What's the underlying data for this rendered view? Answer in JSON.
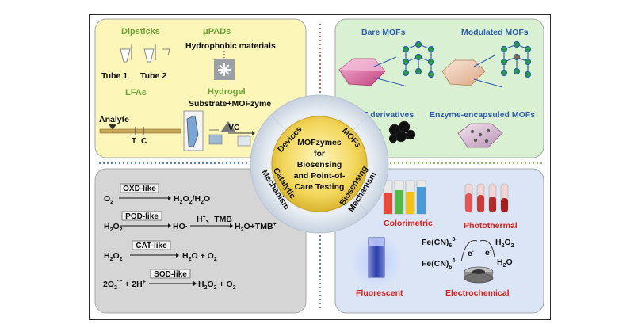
{
  "devices": {
    "dipsticks": "Dipsticks",
    "tube1": "Tube 1",
    "tube2": "Tube 2",
    "upads": "μPADs",
    "hydrophobic": "Hydrophobic materials",
    "lfas": "LFAs",
    "analyte": "Analyte",
    "t_line": "T",
    "c_line": "C",
    "hydrogel": "Hydrogel",
    "substrate": "Substrate+MOFzyme",
    "vc": "VC"
  },
  "mofs": {
    "bare": "Bare MOFs",
    "modulated": "Modulated MOFs",
    "derivatives": "MOF derivatives",
    "encapsuled": "Enzyme-encapsuled MOFs"
  },
  "catalytic": {
    "r1": {
      "reactant": "O",
      "reactant_sub": "2",
      "tag": "OXD-like",
      "p1": "H",
      "p1s": "2",
      "p2": "O",
      "p2s": "2",
      "p3": "/H",
      "p3s": "2",
      "p4": "O"
    },
    "r2": {
      "reactant": "H",
      "rs1": "2",
      "r2": "O",
      "rs2": "2",
      "tag": "POD-like",
      "mid": "HO·",
      "reagent": "H",
      "reagent_sup": "+",
      "reagent2": "、TMB",
      "product": "H",
      "ps": "2",
      "product2": "O+TMB",
      "product_sup": "+"
    },
    "r3": {
      "reactant": "H",
      "rs1": "2",
      "r2": "O",
      "rs2": "2",
      "tag": "CAT-like",
      "product": "H",
      "ps": "2",
      "product2": "O + O",
      "ps2": "2"
    },
    "r4": {
      "reactant": "2O",
      "rs1": "2",
      "rsup": "·−",
      "plus": " + 2H",
      "hsup": "+",
      "tag": "SOD-like",
      "product": "H",
      "ps": "2",
      "product2": "O",
      "ps2": "2",
      "product3": " + O",
      "ps3": "2"
    }
  },
  "biosensing": {
    "colorimetric": "Colorimetric",
    "photothermal": "Photothermal",
    "fluorescent": "Fluorescent",
    "electrochemical": "Electrochemical",
    "fe3": "Fe(CN)",
    "fe3_sub": "6",
    "fe3_sup": "3-",
    "fe4": "Fe(CN)",
    "fe4_sub": "6",
    "fe4_sup": "4-",
    "h2o2": "H",
    "h2o2_s1": "2",
    "h2o2_b": "O",
    "h2o2_s2": "2",
    "h2o": "H",
    "h2o_s": "2",
    "h2o_b": "O",
    "electron": "e",
    "electron_sup": "-"
  },
  "center": {
    "line1": "MOFzymes",
    "line2": "for",
    "line3": "Biosensing",
    "line4": "and Point-of-",
    "line5": "Care Testing",
    "ring_devices": "Devices",
    "ring_mofs": "MOFs",
    "ring_catalytic1": "Catalytic",
    "ring_catalytic2": "Mechanism",
    "ring_biosensing1": "Biosensing",
    "ring_biosensing2": "Mechanism"
  },
  "colors": {
    "devices_bg": "#fcf6b8",
    "mofs_bg": "#d9f0d2",
    "catalytic_bg": "#d5d5d5",
    "biosensing_bg": "#dbe5f6",
    "green_label": "#6aa636",
    "blue_label": "#2f5fae",
    "red_label": "#d8201c",
    "center_gold": "#f2d65a"
  }
}
